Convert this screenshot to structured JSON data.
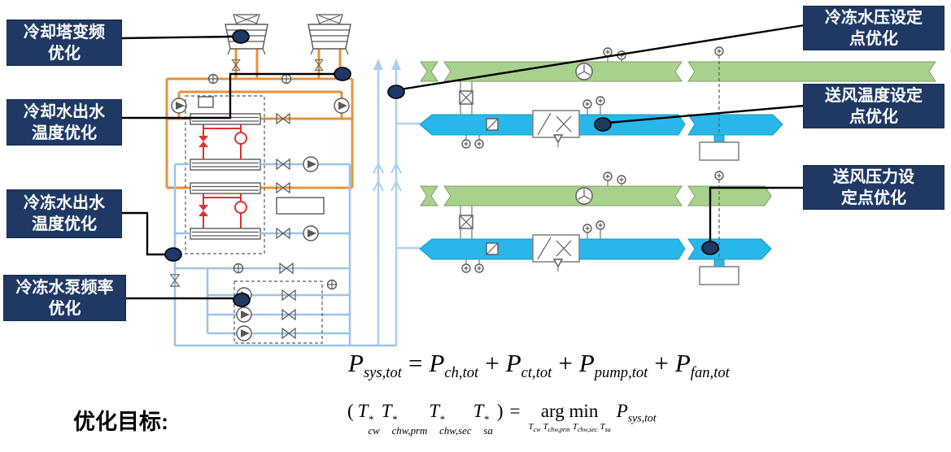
{
  "colors": {
    "callout_bg": "#1F3864",
    "callout_border": "#16294A",
    "condenser_orange": "#E8913A",
    "chilled_blue": "#9DC3E6",
    "riser_blue": "#ADCFEC",
    "supply_cyan": "#29B7EA",
    "return_green": "#A9D18E",
    "refrigerant_red": "#E0312D"
  },
  "callouts": {
    "left": [
      {
        "line1": "冷却塔变频",
        "line2": "优化"
      },
      {
        "line1": "冷却水出水",
        "line2": "温度优化"
      },
      {
        "line1": "冷冻水出水",
        "line2": "温度优化"
      },
      {
        "line1": "冷冻水泵频率",
        "line2": "优化"
      }
    ],
    "right": [
      {
        "line1": "冷冻水压设定",
        "line2": "点优化"
      },
      {
        "line1": "送风温度设定",
        "line2": "点优化"
      },
      {
        "line1": "送风压力设",
        "line2": "定点优化"
      }
    ]
  },
  "objective_label": "优化目标:",
  "formulas": {
    "power_balance": {
      "terms": [
        {
          "base": "P",
          "sub": "sys,tot"
        },
        {
          "op": "="
        },
        {
          "base": "P",
          "sub": "ch,tot"
        },
        {
          "op": "+"
        },
        {
          "base": "P",
          "sub": "ct,tot"
        },
        {
          "op": "+"
        },
        {
          "base": "P",
          "sub": "pump,tot"
        },
        {
          "op": "+"
        },
        {
          "base": "P",
          "sub": "fan,tot"
        }
      ]
    },
    "argmin": {
      "lparen": "(",
      "rparen": ")",
      "equals": "=",
      "operator": "arg min",
      "t_terms": [
        {
          "base": "T",
          "sup": "*",
          "sub": "cw"
        },
        {
          "base": "T",
          "sup": "*",
          "sub": "chw,prm"
        },
        {
          "base": "T",
          "sup": "*",
          "sub": "chw,sec"
        },
        {
          "base": "T",
          "sup": "*",
          "sub": "sa"
        }
      ],
      "under_terms": [
        {
          "base": "T",
          "sub": "cw"
        },
        {
          "base": "T",
          "sub": "chw,prm"
        },
        {
          "base": "T",
          "sub": "chw,sec"
        },
        {
          "base": "T",
          "sub": "sa"
        }
      ],
      "result": {
        "base": "P",
        "sub": "sys,tot"
      }
    }
  }
}
